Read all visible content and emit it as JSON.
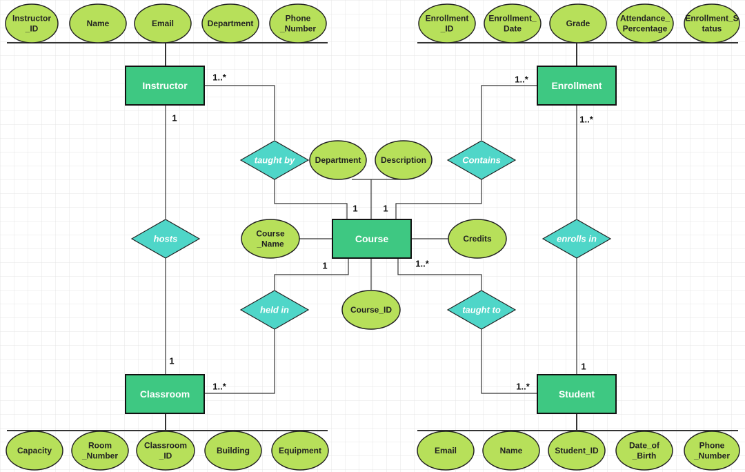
{
  "colors": {
    "entity_fill": "#3ec882",
    "entity_stroke": "#111111",
    "attribute_fill": "#b7e05a",
    "attribute_stroke": "#222222",
    "relationship_fill": "#4fd6c8",
    "relationship_stroke": "#222222",
    "line": "#333333",
    "grid": "#e4e4e4"
  },
  "entities": {
    "instructor": "Instructor",
    "enrollment": "Enrollment",
    "course": "Course",
    "classroom": "Classroom",
    "student": "Student"
  },
  "relationships": {
    "taught_by": "taught by",
    "contains": "Contains",
    "hosts": "hosts",
    "enrolls_in": "enrolls in",
    "held_in": "held in",
    "taught_to": "taught to"
  },
  "attributes": {
    "instructor": {
      "instructor_id": [
        "Instructor",
        "_ID"
      ],
      "name": [
        "Name"
      ],
      "email": [
        "Email"
      ],
      "department": [
        "Department"
      ],
      "phone_number": [
        "Phone",
        "_Number"
      ]
    },
    "enrollment": {
      "enrollment_id": [
        "Enrollment",
        "_ID"
      ],
      "enrollment_date": [
        "Enrollment_",
        "Date"
      ],
      "grade": [
        "Grade"
      ],
      "attendance_percentage": [
        "Attendance_",
        "Percentage"
      ],
      "enrollment_status": [
        "Enrollment_S",
        "tatus"
      ]
    },
    "course": {
      "department": [
        "Department"
      ],
      "description": [
        "Description"
      ],
      "course_name": [
        "Course",
        "_Name"
      ],
      "credits": [
        "Credits"
      ],
      "course_id": [
        "Course_ID"
      ]
    },
    "classroom": {
      "capacity": [
        "Capacity"
      ],
      "room_number": [
        "Room",
        "_Number"
      ],
      "classroom_id": [
        "Classroom",
        "_ID"
      ],
      "building": [
        "Building"
      ],
      "equipment": [
        "Equipment"
      ]
    },
    "student": {
      "email": [
        "Email"
      ],
      "name": [
        "Name"
      ],
      "student_id": [
        "Student_ID"
      ],
      "date_of_birth": [
        "Date_of",
        "_Birth"
      ],
      "phone_number": [
        "Phone",
        "_Number"
      ]
    }
  },
  "cardinalities": {
    "instructor_taught_by": "1..*",
    "taught_by_course": "1",
    "contains_course": "1",
    "enrollment_contains": "1..*",
    "instructor_hosts": "1",
    "enrollment_enrolls_in": "1..*",
    "course_held_in": "1",
    "course_taught_to": "1..*",
    "classroom_hosts": "1",
    "student_enrolls_in": "1",
    "classroom_held_in": "1..*",
    "student_taught_to": "1..*"
  }
}
